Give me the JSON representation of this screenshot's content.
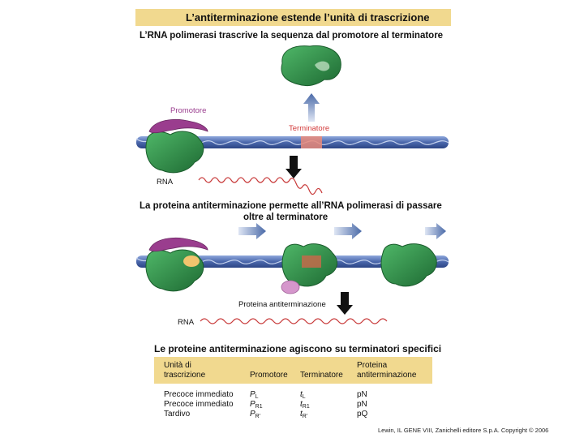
{
  "title": "L’antiterminazione estende l’unità di trascrizione",
  "heading1": "L’RNA polimerasi trascrive la sequenza dal promotore al terminatore",
  "heading2_line1": "La proteina antiterminazione permette all’RNA polimerasi di passare",
  "heading2_line2": "oltre al terminatore",
  "heading3": "Le proteine antiterminazione agiscono su terminatori specifici",
  "labels": {
    "promotore": "Promotore",
    "terminatore": "Terminatore",
    "rna": "RNA",
    "proteina": "Proteina antiterminazione"
  },
  "table": {
    "header": {
      "col1_line1": "Unità di",
      "col1_line2": "trascrizione",
      "col2": "Promotore",
      "col3": "Terminatore",
      "col4_line1": "Proteina",
      "col4_line2": "antiterminazione"
    },
    "rows": [
      {
        "unit": "Precoce immediato",
        "prom": "P",
        "prom_sub": "L",
        "term": "t",
        "term_sub": "L",
        "protein": "pN"
      },
      {
        "unit": "Precoce immediato",
        "prom": "P",
        "prom_sub": "R1",
        "term": "t",
        "term_sub": "R1",
        "protein": "pN"
      },
      {
        "unit": "Tardivo",
        "prom": "P",
        "prom_sub": "R'",
        "term": "t",
        "term_sub": "R'",
        "protein": "pQ"
      }
    ]
  },
  "credit": "Lewin, IL GENE VIII, Zanichelli editore S.p.A. Copyright © 2006",
  "colors": {
    "polymerase": "#2f8a45",
    "dna": "#5b78b8",
    "sigma": "#9a3d8e",
    "terminator": "#e08070",
    "rna": "#c83a3a",
    "arrow": "#4a6aa8"
  }
}
